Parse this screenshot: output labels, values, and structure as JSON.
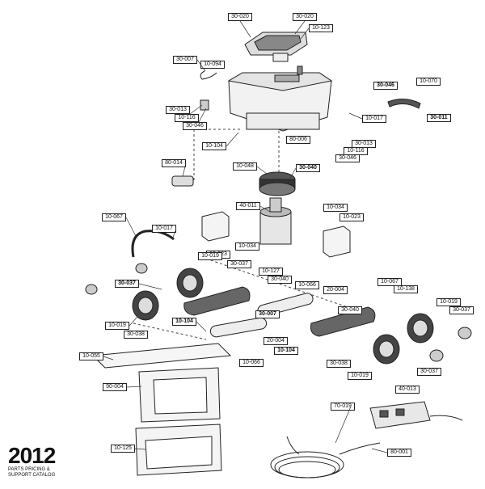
{
  "diagram": {
    "part_labels": [
      "30-020",
      "30-020",
      "10-123",
      "30-007",
      "10-094",
      "30-046",
      "10-070",
      "30-013",
      "10-116",
      "30-046",
      "10-017",
      "30-011",
      "10-104",
      "80-006",
      "30-013",
      "10-116",
      "30-046",
      "80-014",
      "30-040",
      "10-048",
      "40-011",
      "10-034",
      "10-023",
      "10-067",
      "10-017",
      "10-034",
      "10-023",
      "10-019",
      "30-037",
      "10-127",
      "30-040",
      "10-066",
      "20-004",
      "10-067",
      "10-138",
      "30-037",
      "30-007",
      "30-040",
      "10-019",
      "30-037",
      "10-019",
      "30-038",
      "10-104",
      "20-004",
      "10-104",
      "10-055",
      "10-066",
      "30-038",
      "10-019",
      "30-037",
      "90-004",
      "70-019",
      "40-013",
      "10-125",
      "80-001"
    ]
  },
  "branding": {
    "year": "2012",
    "line1": "PARTS PRICING &",
    "line2": "SUPPORT CATALOG"
  }
}
